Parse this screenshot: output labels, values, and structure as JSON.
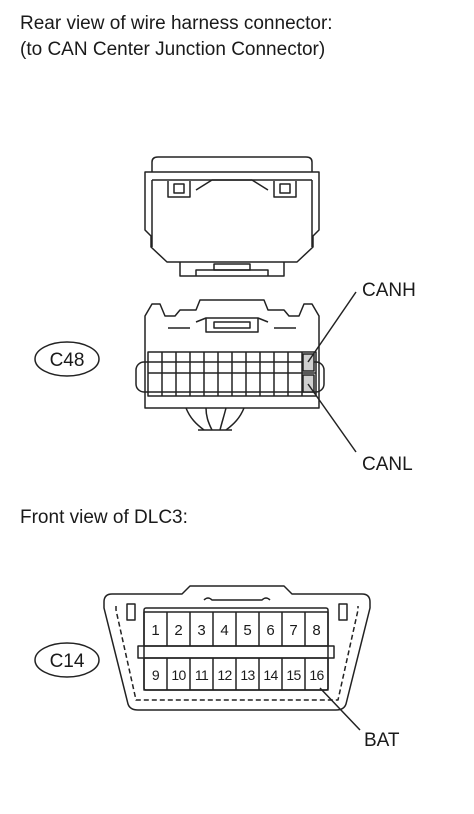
{
  "heading_rear_line1": "Rear view of wire harness connector:",
  "heading_rear_line2": "(to CAN Center Junction Connector)",
  "c48": {
    "id": "C48",
    "label_canh": "CANH",
    "label_canl": "CANL"
  },
  "heading_front": "Front view of DLC3:",
  "c14": {
    "id": "C14",
    "pins_top": [
      "1",
      "2",
      "3",
      "4",
      "5",
      "6",
      "7",
      "8"
    ],
    "pins_bottom": [
      "9",
      "10",
      "11",
      "12",
      "13",
      "14",
      "15",
      "16"
    ],
    "label_bat": "BAT"
  }
}
